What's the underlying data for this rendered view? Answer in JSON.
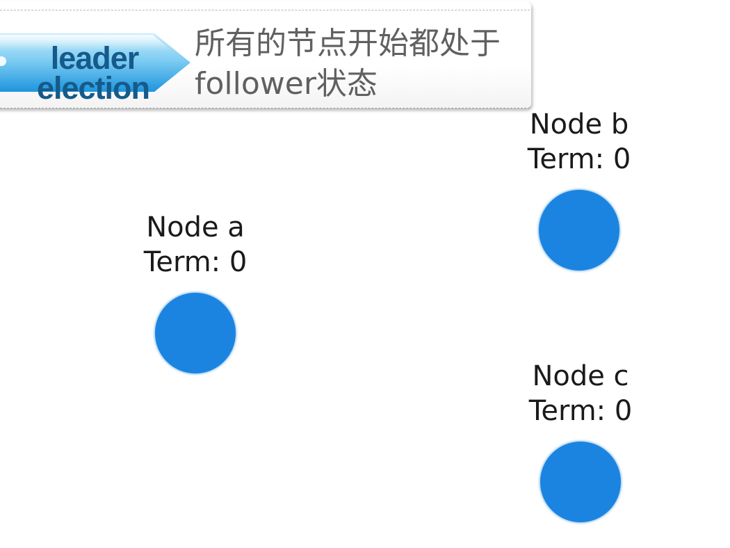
{
  "banner": {
    "tag_line1": "leader",
    "tag_line2": "election",
    "caption_line1": "所有的节点开始都处于",
    "caption_line2": "follower状态"
  },
  "colors": {
    "node_fill": "#1b84e0",
    "tag_text": "#155a8a",
    "tag_arrow": "#3aa6e8",
    "caption_text": "#606060"
  },
  "nodes": [
    {
      "name": "Node a",
      "term": "Term: 0"
    },
    {
      "name": "Node b",
      "term": "Term: 0"
    },
    {
      "name": "Node c",
      "term": "Term: 0"
    }
  ]
}
